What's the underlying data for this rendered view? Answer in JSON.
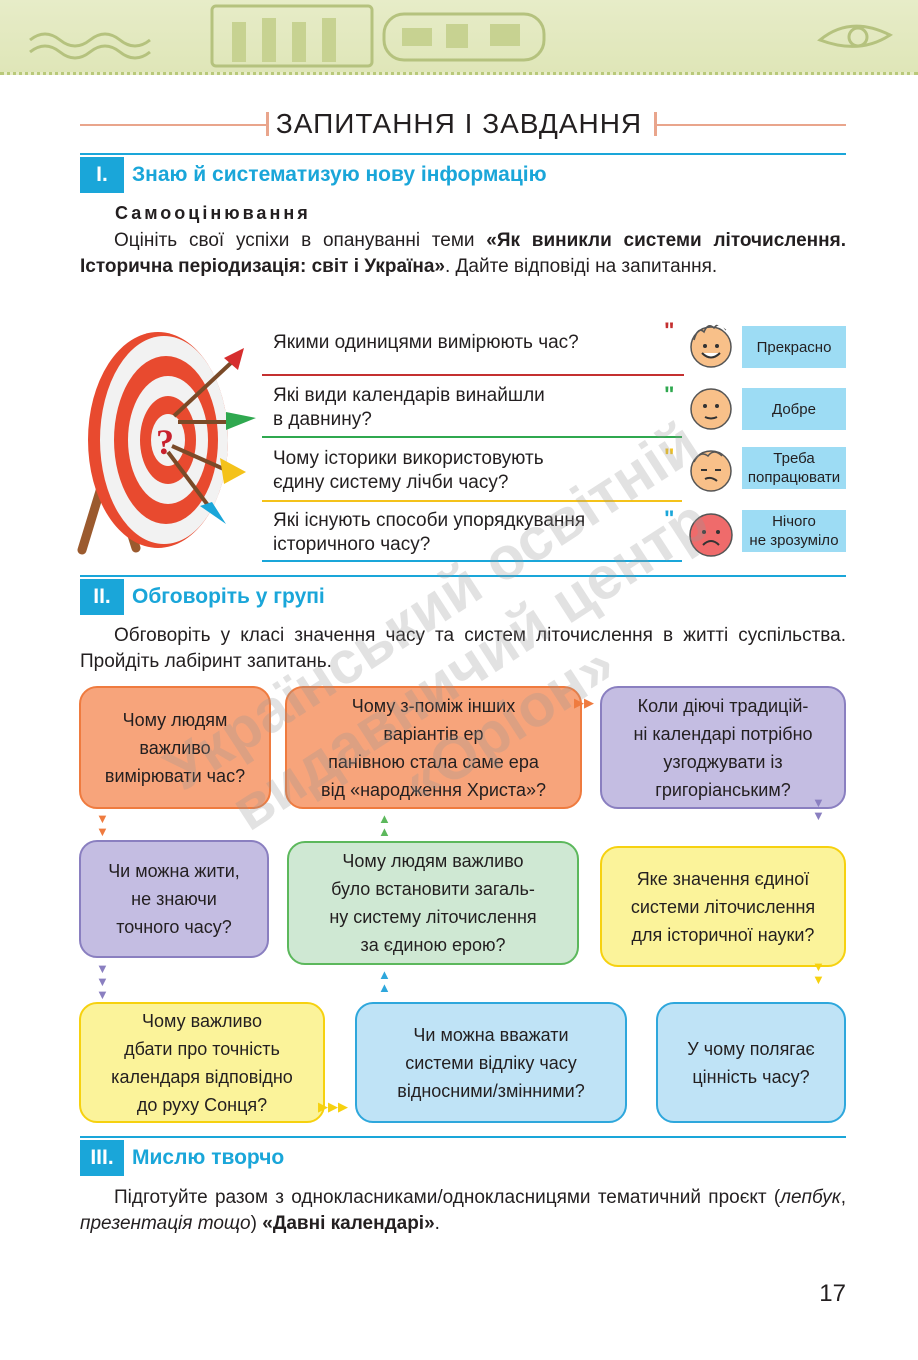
{
  "page_title": "ЗАПИТАННЯ І ЗАВДАННЯ",
  "section1": {
    "num": "I.",
    "title": "Знаю й систематизую нову інформацію",
    "subheading": "Самооцінювання",
    "text_start": "Оцініть свої успіхи в опануванні теми ",
    "text_bold": "«Як виникли системи літочислення. Історична періодизація: світ і Україна»",
    "text_end": ". Дайте відповіді на запитання."
  },
  "questions": [
    {
      "line1": "Якими одиницями вимірюють час?",
      "line2": ""
    },
    {
      "line1": "Які види календарів винайшли",
      "line2": "в давнину?"
    },
    {
      "line1": "Чому історики використовують",
      "line2": "єдину систему лічби часу?"
    },
    {
      "line1": "Які існують способи упорядкування",
      "line2": "історичного часу?"
    }
  ],
  "ratings": [
    {
      "line1": "Прекрасно",
      "line2": ""
    },
    {
      "line1": "Добре",
      "line2": ""
    },
    {
      "line1": "Треба",
      "line2": "попрацювати"
    },
    {
      "line1": "Нічого",
      "line2": "не зрозуміло"
    }
  ],
  "target_symbol": "?",
  "section2": {
    "num": "II.",
    "title": "Обговоріть у групі",
    "text": "Обговоріть у класі значення часу та систем літочислення в житті суспільства. Пройдіть лабіринт запитань."
  },
  "maze": {
    "b1": [
      "Чому людям",
      "важливо",
      "вимірювати час?"
    ],
    "b2": [
      "Чому з-поміж інших",
      "варіантів ер",
      "панівною стала саме ера",
      "від «народження Христа»?"
    ],
    "b3": [
      "Коли діючі традицій-",
      "ні календарі потрібно",
      "узгоджувати із",
      "григоріанським?"
    ],
    "b4": [
      "Чи можна жити,",
      "не знаючи",
      "точного часу?"
    ],
    "b5": [
      "Чому людям важливо",
      "було встановити загаль-",
      "ну систему літочислення",
      "за єдиною ерою?"
    ],
    "b6": [
      "Яке значення єдиної",
      "системи літочислення",
      "для історичної науки?"
    ],
    "b7": [
      "Чому важливо",
      "дбати про точність",
      "календаря відповідно",
      "до руху Сонця?"
    ],
    "b8": [
      "Чи можна вважати",
      "системи відліку часу",
      "відносними/змінними?"
    ],
    "b9": [
      "У чому полягає",
      "цінність часу?"
    ]
  },
  "section3": {
    "num": "III.",
    "title": "Мислю творчо",
    "text_start": "Підготуйте разом з однокласниками/однокласницями тематичний проєкт (",
    "text_italic1": "лепбук",
    "text_comma": ", ",
    "text_italic2": "презентація тощо",
    "text_mid": ") ",
    "text_bold": "«Давні календарі»",
    "text_end": "."
  },
  "watermark": [
    "Український освітній",
    "видавничий центр",
    "«Оріон»"
  ],
  "page_number": "17",
  "colors": {
    "accent": "#1aa6d9",
    "orange": "#f7a47b",
    "purple": "#c4bde2",
    "green": "#cfe8d3",
    "yellow": "#fbf39a",
    "blue": "#bfe3f6"
  }
}
